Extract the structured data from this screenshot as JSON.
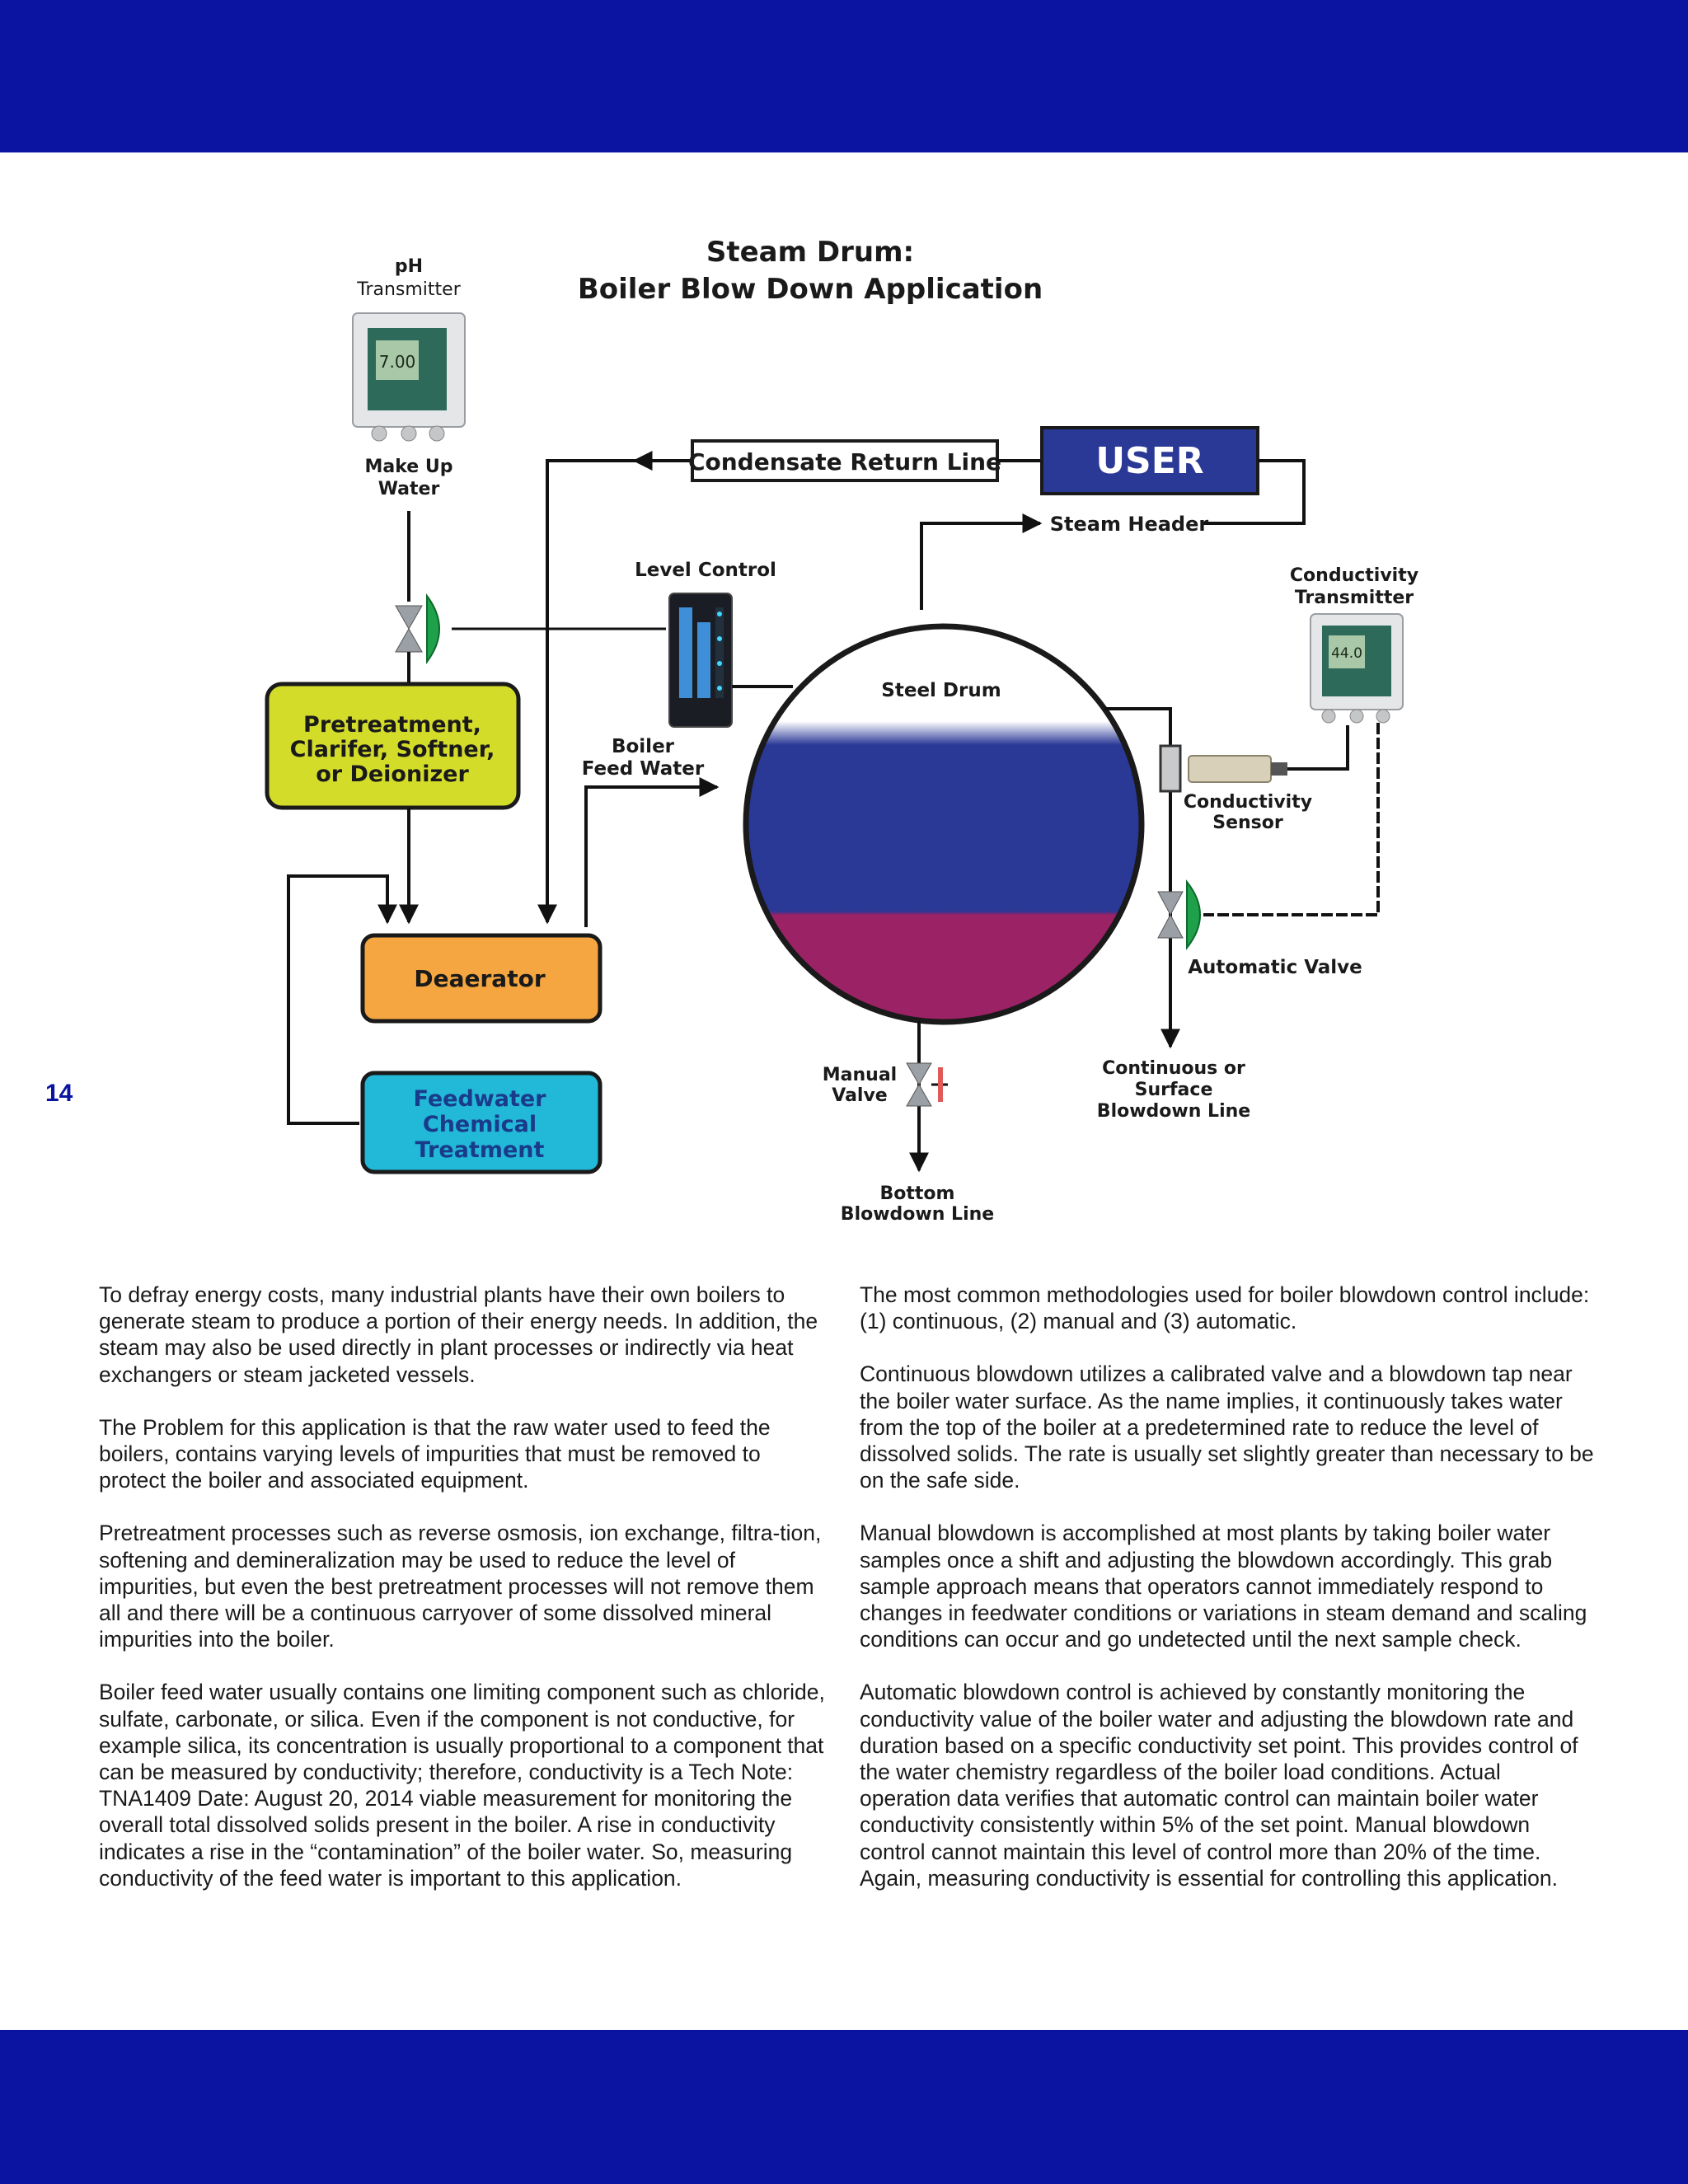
{
  "page": {
    "number": "14"
  },
  "diagram": {
    "title_line1": "Steam Drum:",
    "title_line2": "Boiler Blow Down Application",
    "ph_transmitter": {
      "label_line1": "pH",
      "label_line2": "Transmitter",
      "reading": "7.00"
    },
    "makeup_water": {
      "line1": "Make Up",
      "line2": "Water"
    },
    "condensate_return": "Condensate Return Line",
    "user": "USER",
    "steam_header": "Steam Header",
    "level_control": "Level Control",
    "conductivity_transmitter": {
      "line1": "Conductivity",
      "line2": "Transmitter",
      "reading": "44.0"
    },
    "pretreatment": {
      "line1": "Pretreatment,",
      "line2": "Clarifer, Softner,",
      "line3": "or Deionizer"
    },
    "boiler_feed_water": {
      "line1": "Boiler",
      "line2": "Feed Water"
    },
    "steel_drum": "Steel Drum",
    "conductivity_sensor": {
      "line1": "Conductivity",
      "line2": "Sensor"
    },
    "deaerator": "Deaerator",
    "automatic_valve": "Automatic Valve",
    "feedwater_treatment": {
      "line1": "Feedwater",
      "line2": "Chemical",
      "line3": "Treatment"
    },
    "manual_valve": {
      "line1": "Manual",
      "line2": "Valve"
    },
    "continuous_blowdown": {
      "line1": "Continuous or",
      "line2": "Surface",
      "line3": "Blowdown Line"
    },
    "bottom_blowdown": {
      "line1": "Bottom",
      "line2": "Blowdown Line"
    },
    "colors": {
      "band": "#0a14a0",
      "user_box": "#2a3896",
      "pretreatment": "#d4dc2a",
      "deaerator": "#f5a640",
      "feedwater": "#22b8d8",
      "water": "#2a3896",
      "sludge": "#9c2266",
      "valve_actuator": "#1fa04a"
    }
  },
  "text": {
    "left": [
      "To defray energy costs, many industrial plants have their own boilers to generate steam to produce a portion of their energy needs. In addition, the steam may also be used directly in plant processes or indirectly via heat exchangers or steam jacketed vessels.",
      "The Problem for this application is that the raw water used to feed the boilers, contains varying levels of impurities that must be removed to protect the boiler and associated equipment.",
      "Pretreatment processes such as reverse osmosis, ion exchange, filtra-tion, softening and demineralization may be used to reduce the level of impurities, but even the best pretreatment processes will not remove them all and there will be a continuous carryover of some dissolved mineral impurities into the boiler.",
      "Boiler feed water usually contains one limiting component such as chloride, sulfate, carbonate, or silica. Even if the component is not conductive, for example silica, its concentration is usually proportional to a component that can be measured by conductivity; therefore, conductivity is a Tech Note: TNA1409 Date: August 20, 2014 viable measurement for monitoring the overall total dissolved solids present in the boiler. A rise in conductivity indicates a rise in the “contamination” of the boiler water. So, measuring conductivity of the feed water is important to this application."
    ],
    "right": [
      "The most common methodologies used for boiler blowdown control include: (1) continuous, (2) manual and (3) automatic.",
      "Continuous blowdown utilizes a calibrated valve and a blowdown tap near the boiler water surface. As the name implies, it continuously takes water from the top of the boiler at a predetermined rate to reduce the level of dissolved solids. The rate is usually set slightly greater than necessary to be on the safe side.",
      "Manual blowdown is accomplished at most plants by taking boiler water samples once a shift and adjusting the blowdown accordingly. This grab sample approach means that operators cannot immediately respond to changes in feedwater conditions or variations in steam demand and scaling conditions can occur and go undetected until the next sample check.",
      "Automatic blowdown control is achieved by constantly monitoring the conductivity value of the boiler water and adjusting the blowdown rate and duration based on a specific conductivity set point. This provides control of the water chemistry regardless of the boiler load conditions. Actual operation data verifies that automatic control can maintain boiler water conductivity consistently within 5% of the set point. Manual blowdown control cannot maintain this level of control more than 20% of the time. Again, measuring conductivity is essential for controlling this application."
    ]
  }
}
